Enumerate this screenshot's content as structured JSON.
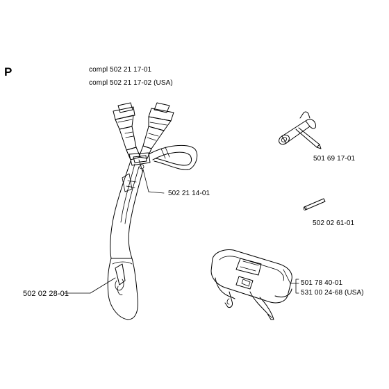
{
  "section_letter": "P",
  "harness_assembly": {
    "part_1": "compl 502 21 17-01",
    "part_2": "compl 502 21 17-02 (USA)"
  },
  "callouts": {
    "harness_buckle": "502 21 14-01",
    "hip_pad": "502 02 28-01",
    "combination_wrench": "501 69  17-01",
    "pin": "502 02 61-01",
    "strap_1": "501 78 40-01",
    "strap_2": "531 00 24-68 (USA)"
  },
  "colors": {
    "ink": "#000000",
    "paper": "#ffffff"
  }
}
